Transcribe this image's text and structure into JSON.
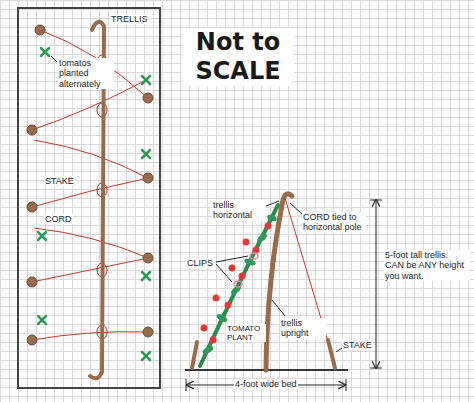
{
  "diagram": {
    "title": "Not to SCALE",
    "labels": [
      "TRELLIS",
      "tomatos planted alternately",
      "STAKE",
      "CORD",
      "trellis horizontal",
      "CORD tied to horizontal pole",
      "CLIPS",
      "TOMATO PLANT",
      "trellis upright",
      "STAKE",
      "5-foot tall trellis. CAN be ANY height you want.",
      "4-foot wide bed"
    ]
  }
}
